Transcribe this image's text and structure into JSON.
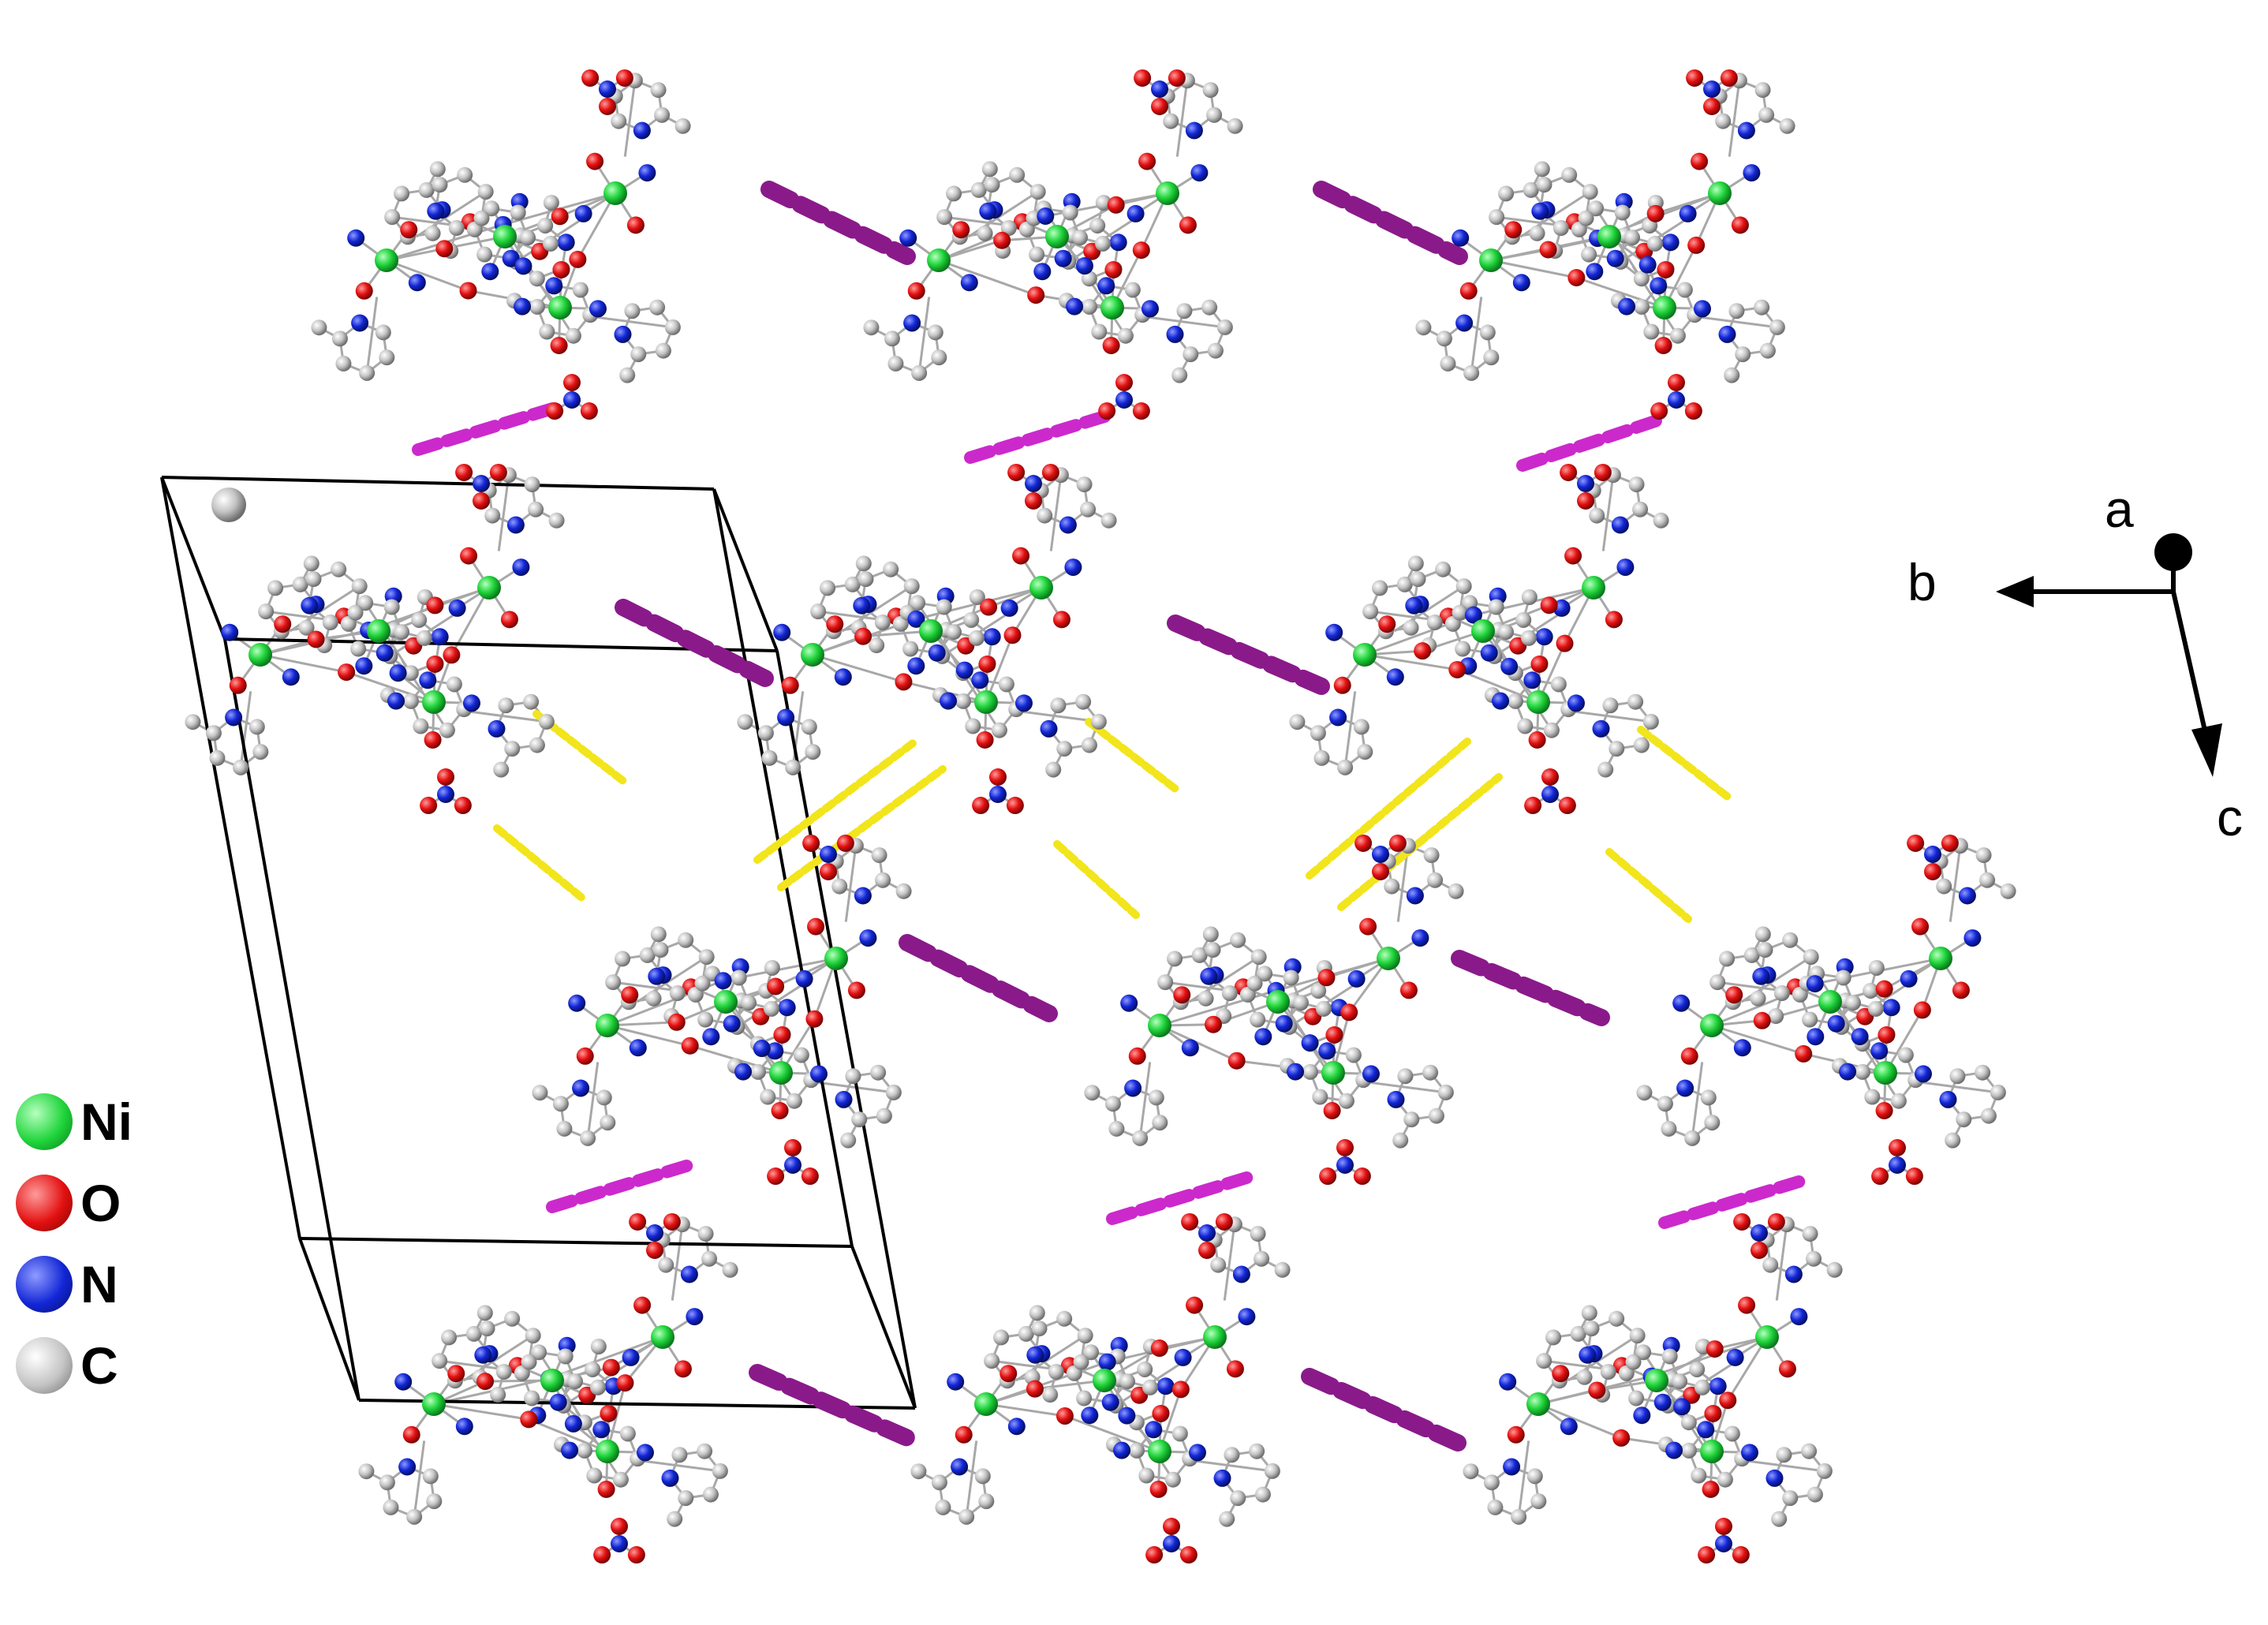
{
  "legend": {
    "items": [
      {
        "label": "Ni",
        "color": "#1fd43a"
      },
      {
        "label": "O",
        "color": "#e31010"
      },
      {
        "label": "N",
        "color": "#1226d6"
      },
      {
        "label": "C",
        "color": "#c4c4c4"
      }
    ]
  },
  "axes": {
    "a": "a",
    "b": "b",
    "c": "c"
  },
  "colors": {
    "bond": "#a8a8a8",
    "cell_edge": "#000000",
    "contact_magenta": "#cc29cc",
    "contact_purple": "#8a1a8a",
    "contact_yellow": "#f2e51c"
  }
}
